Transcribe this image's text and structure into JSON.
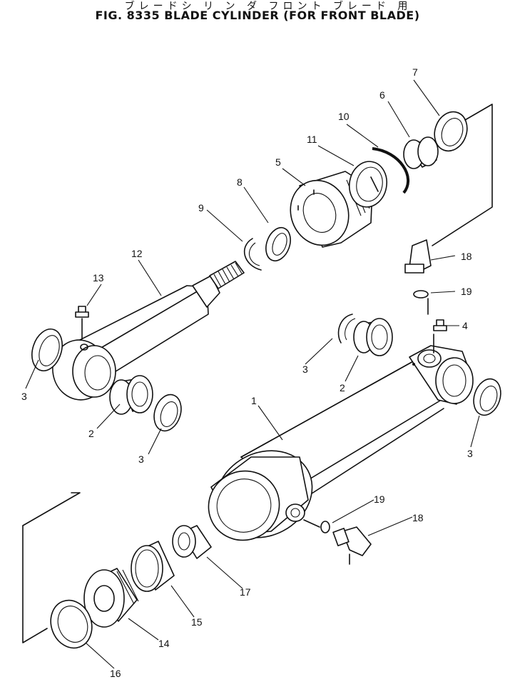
{
  "title_jp": "ブレードシ リ ン ダ フロント ブレード 用",
  "title_en": "FIG. 8335  BLADE CYLINDER (FOR FRONT BLADE)",
  "callouts": {
    "n1": "1",
    "n2a": "2",
    "n2b": "2",
    "n3a": "3",
    "n3b": "3",
    "n3c": "3",
    "n3d": "3",
    "n4": "4",
    "n5": "5",
    "n6": "6",
    "n7": "7",
    "n8": "8",
    "n9": "9",
    "n10": "10",
    "n11": "11",
    "n12": "12",
    "n13": "13",
    "n14": "14",
    "n15": "15",
    "n16": "16",
    "n17": "17",
    "n18a": "18",
    "n18b": "18",
    "n19a": "19",
    "n19b": "19"
  }
}
